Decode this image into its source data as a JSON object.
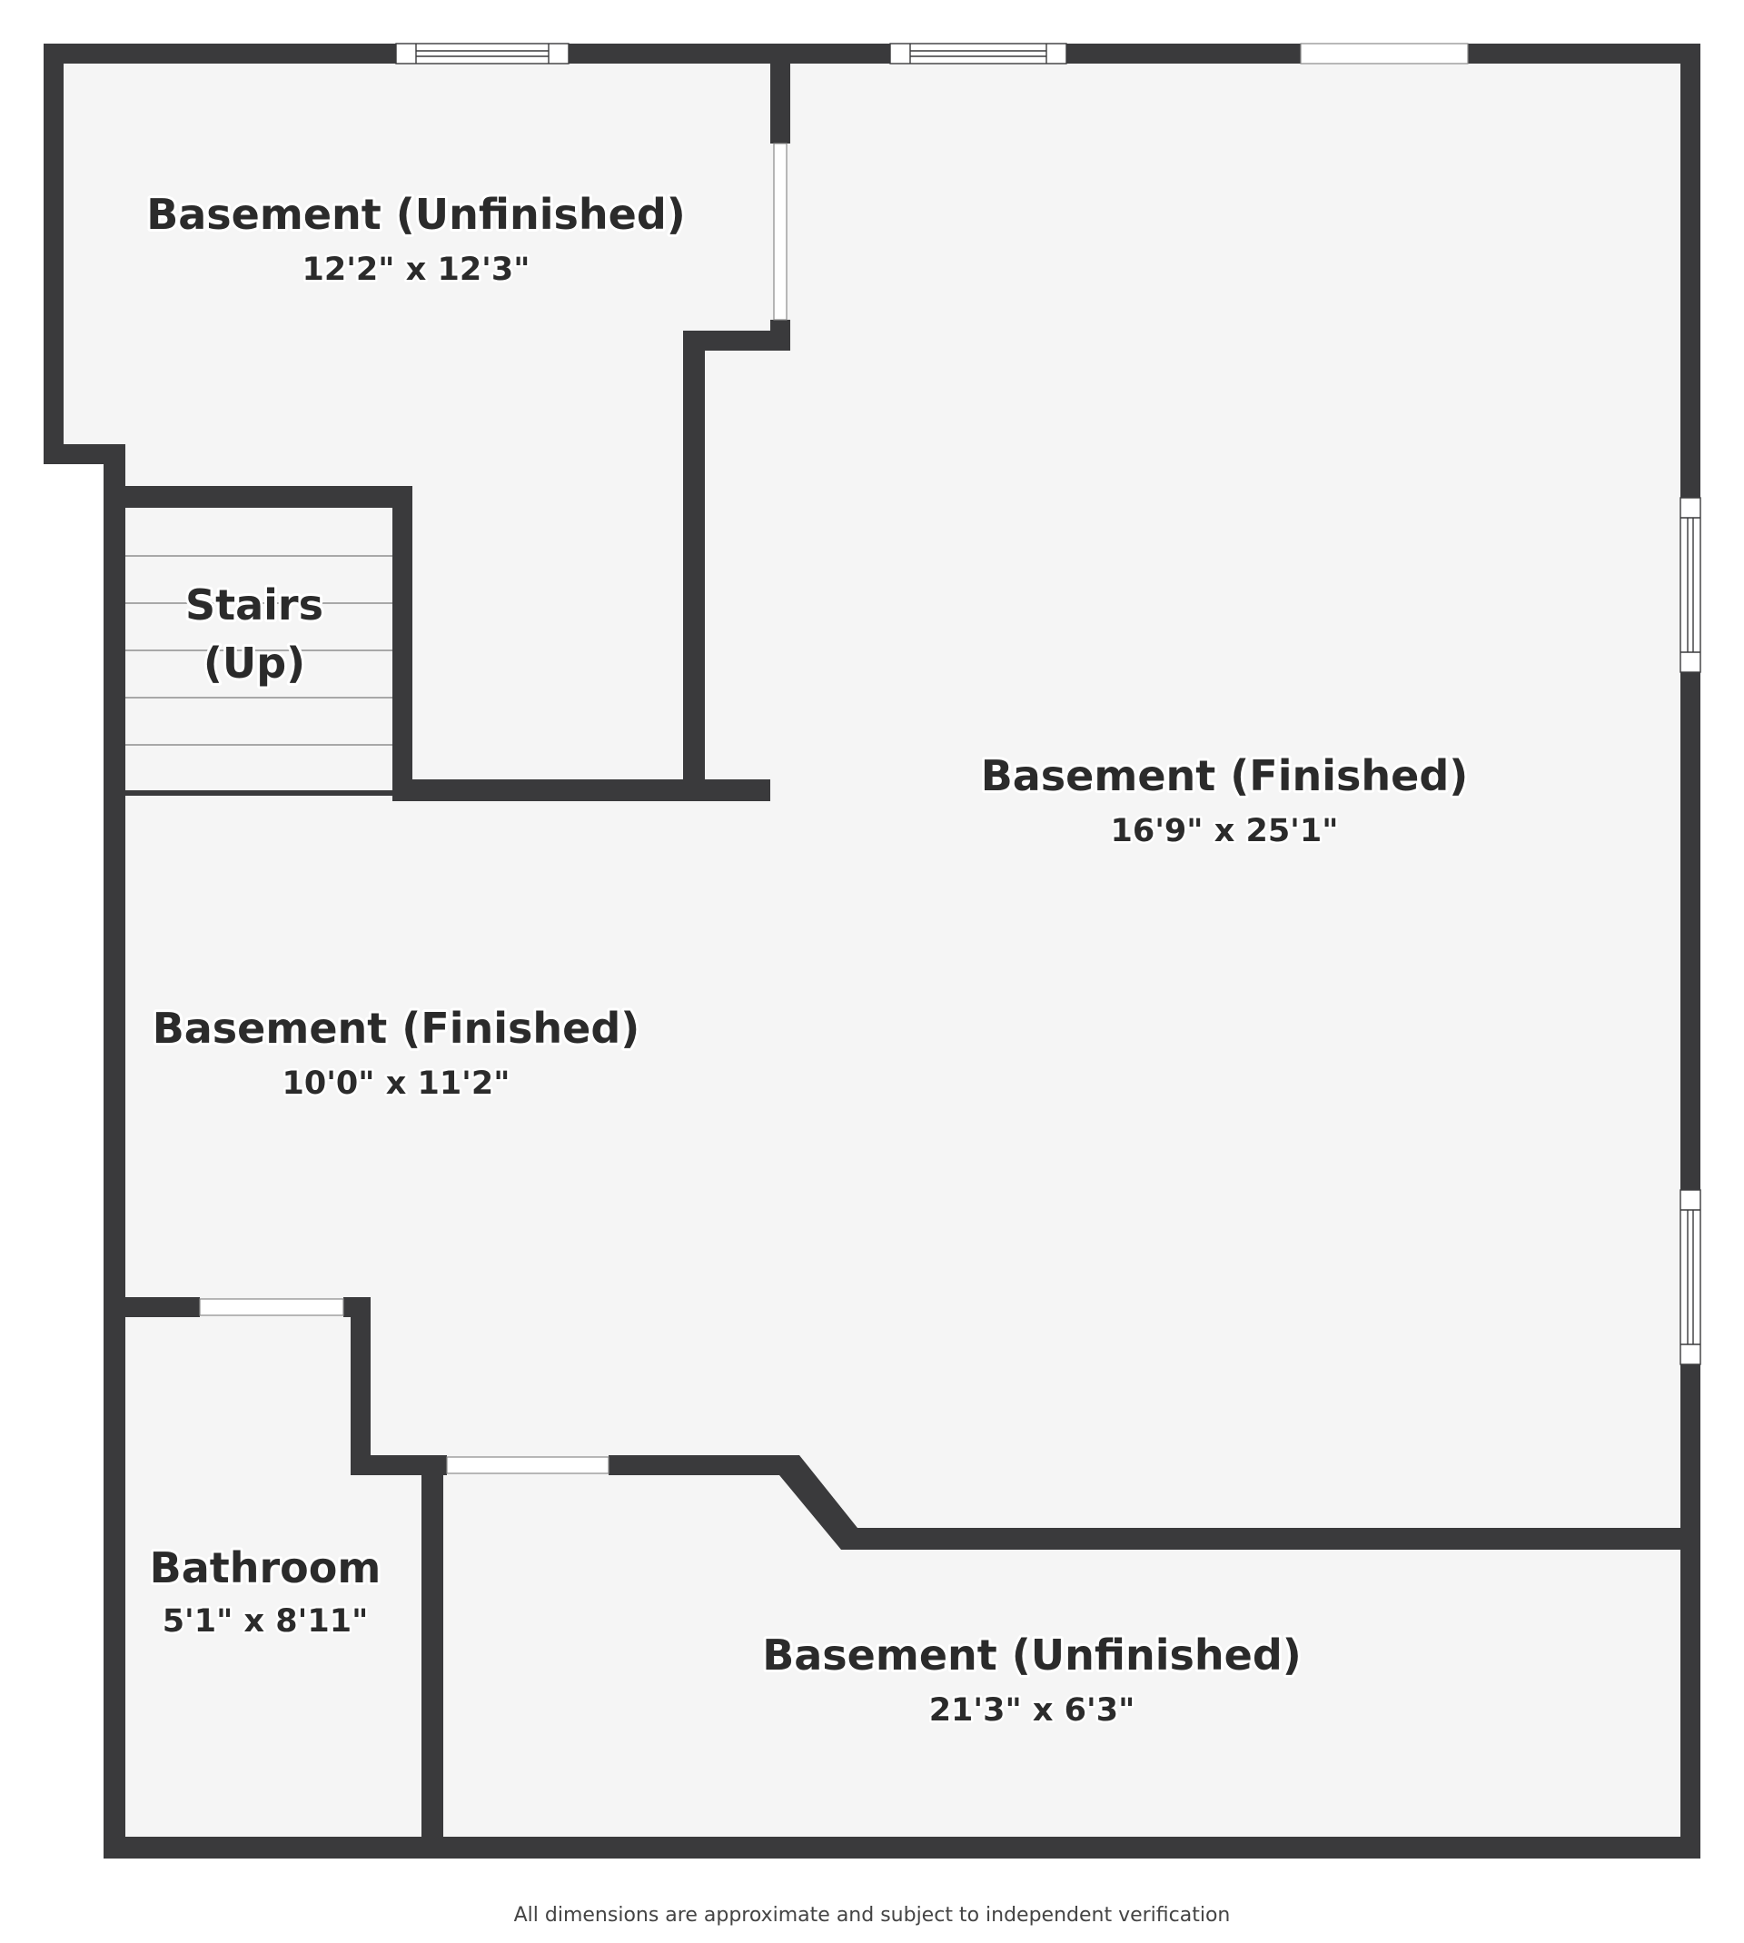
{
  "rooms": [
    {
      "id": "unfinished-top-left",
      "name": "Basement (Unfinished)",
      "dims": "12'2\" x 12'3\""
    },
    {
      "id": "finished-large",
      "name": "Basement (Finished)",
      "dims": "16'9\" x 25'1\""
    },
    {
      "id": "stairs",
      "name": "Stairs",
      "name2": "(Up)"
    },
    {
      "id": "finished-left",
      "name": "Basement (Finished)",
      "dims": "10'0\" x 11'2\""
    },
    {
      "id": "bathroom",
      "name": "Bathroom",
      "dims": "5'1\" x 8'11\""
    },
    {
      "id": "unfinished-bottom",
      "name": "Basement (Unfinished)",
      "dims": "21'3\" x 6'3\""
    }
  ],
  "footer": {
    "disclaimer": "All dimensions are approximate and subject to independent verification"
  },
  "colors": {
    "wall": "#3a3a3c",
    "floor": "#f5f5f5",
    "text": "#2b2b2b"
  }
}
